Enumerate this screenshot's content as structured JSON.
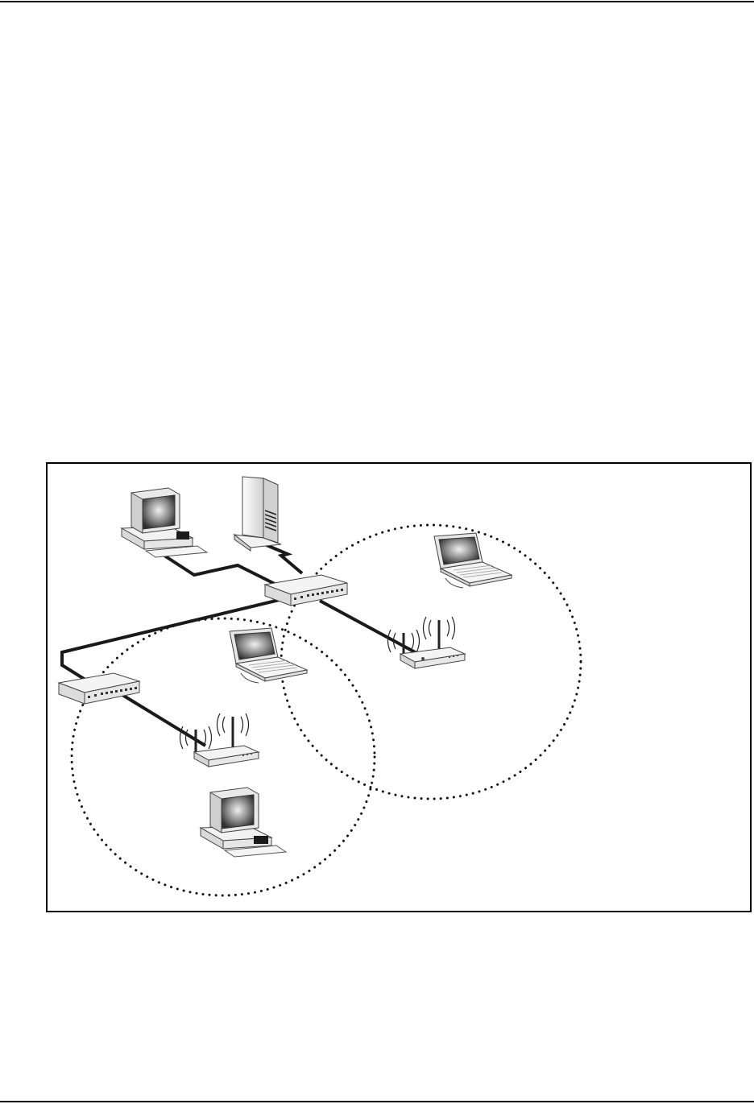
{
  "page": {
    "background": "#ffffff",
    "rule_color": "#000000"
  },
  "diagram": {
    "line_color": "#1a1a1a",
    "coverage_dot_color": "#111111",
    "device_fill": "#f2f2f2",
    "device_edge": "#444444",
    "screen_dark": "#3a3a3a",
    "screen_glow": "#e8e8e8",
    "nodes": [
      {
        "id": "desktop-1",
        "kind": "desktop-computer",
        "icon": "desktop-computer-icon"
      },
      {
        "id": "server",
        "kind": "tower-server",
        "icon": "server-tower-icon"
      },
      {
        "id": "switch-1",
        "kind": "ethernet-switch",
        "icon": "network-switch-icon"
      },
      {
        "id": "switch-2",
        "kind": "ethernet-switch",
        "icon": "network-switch-icon"
      },
      {
        "id": "access-point-1",
        "kind": "wireless-access-point",
        "icon": "wireless-access-point-icon"
      },
      {
        "id": "access-point-2",
        "kind": "wireless-access-point",
        "icon": "wireless-access-point-icon"
      },
      {
        "id": "laptop-1",
        "kind": "laptop",
        "icon": "laptop-icon"
      },
      {
        "id": "laptop-2",
        "kind": "laptop",
        "icon": "laptop-icon"
      },
      {
        "id": "desktop-2",
        "kind": "desktop-computer",
        "icon": "desktop-computer-icon"
      }
    ],
    "wired_links": [
      {
        "from": "desktop-1",
        "to": "switch-1"
      },
      {
        "from": "server",
        "to": "switch-1"
      },
      {
        "from": "switch-1",
        "to": "switch-2"
      },
      {
        "from": "switch-1",
        "to": "access-point-1"
      },
      {
        "from": "switch-2",
        "to": "access-point-2"
      }
    ],
    "coverage_areas": [
      {
        "access_point": "access-point-1",
        "covers": [
          "laptop-1"
        ]
      },
      {
        "access_point": "access-point-2",
        "covers": [
          "laptop-2",
          "desktop-2"
        ]
      }
    ]
  }
}
